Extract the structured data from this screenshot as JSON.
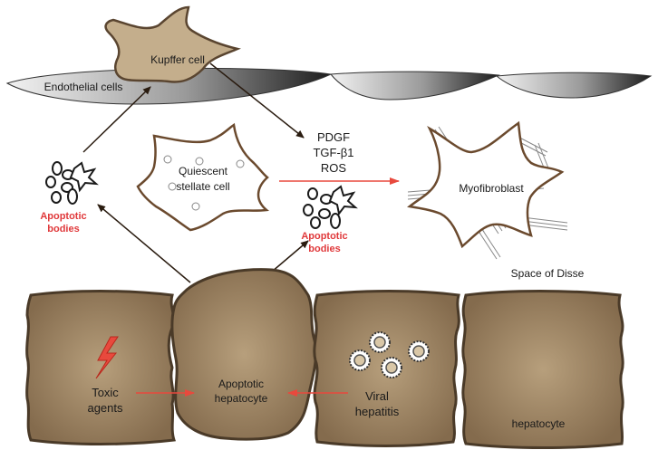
{
  "labels": {
    "kupffer": "Kupffer cell",
    "endothelial": "Endothelial cells",
    "quiescent_line1": "Quiescent",
    "quiescent_line2": "stellate cell",
    "factor1": "PDGF",
    "factor2": "TGF-β1",
    "factor3": "ROS",
    "myofibroblast": "Myofibroblast",
    "apoptotic_left_line1": "Apoptotic",
    "apoptotic_left_line2": "bodies",
    "apoptotic_mid_line1": "Apoptotic",
    "apoptotic_mid_line2": "bodies",
    "space_disse": "Space of Disse",
    "toxic_line1": "Toxic",
    "toxic_line2": "agents",
    "apoptotic_hep_line1": "Apoptotic",
    "apoptotic_hep_line2": "hepatocyte",
    "viral_line1": "Viral",
    "viral_line2": "hepatitis",
    "hepatocyte": "hepatocyte"
  },
  "colors": {
    "hepatocyte_fill": "#8b7151",
    "hepatocyte_border": "#4a3a28",
    "kupffer_fill": "#c4ae8c",
    "red_arrow": "#e8493d",
    "dark_arrow": "#2a1c10",
    "cell_outline": "#6b4a2e"
  }
}
